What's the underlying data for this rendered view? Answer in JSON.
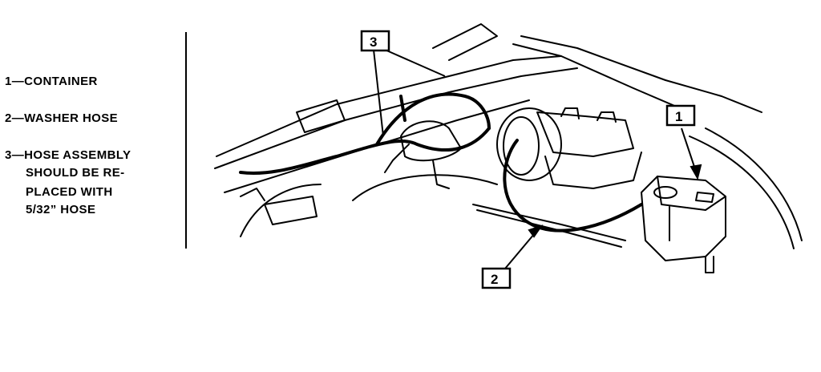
{
  "legend": {
    "item1": "1—CONTAINER",
    "item2": "2—WASHER HOSE",
    "item3_line1": "3—HOSE ASSEMBLY",
    "item3_line2": "SHOULD BE RE-",
    "item3_line3": "PLACED WITH",
    "item3_line4": "5/32” HOSE"
  },
  "callouts": {
    "c1": "1",
    "c2": "2",
    "c3": "3"
  }
}
